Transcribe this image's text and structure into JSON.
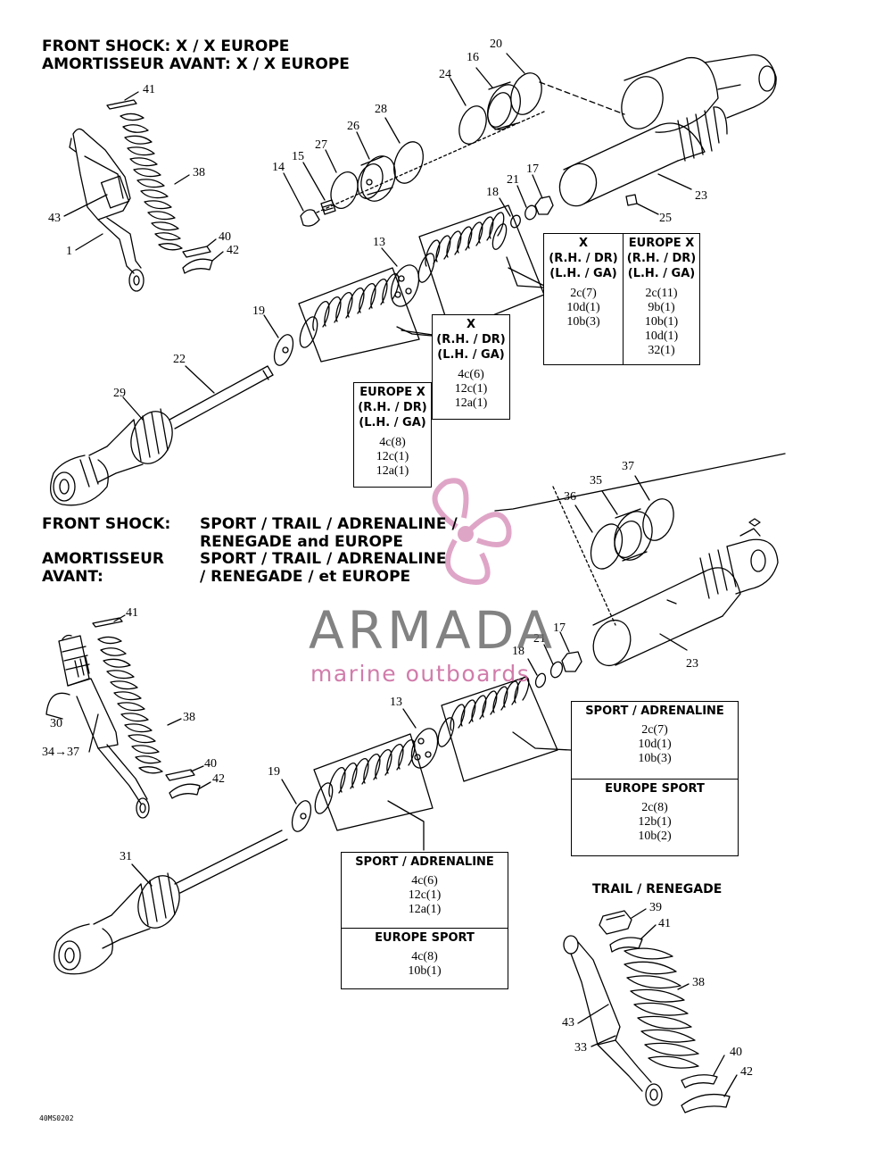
{
  "section1": {
    "title_en": "FRONT SHOCK:  X / X EUROPE",
    "title_fr": "AMORTISSEUR AVANT:  X / X EUROPE"
  },
  "section2": {
    "title_en_label": "FRONT SHOCK:",
    "title_en_models": "SPORT / TRAIL / ADRENALINE /",
    "title_en_models2": "RENEGADE and EUROPE",
    "title_fr_label1": "AMORTISSEUR",
    "title_fr_label2": "AVANT:",
    "title_fr_models": "SPORT / TRAIL / ADRENALINE",
    "title_fr_models2": "/ RENEGADE / et EUROPE",
    "trail_renegade_label": "TRAIL / RENEGADE"
  },
  "boxes": {
    "x_top": {
      "header": "X\n(R.H. / DR)\n(L.H. / GA)",
      "content": "2c(7)\n10d(1)\n10b(3)"
    },
    "europe_x_top": {
      "header": "EUROPE X\n(R.H. / DR)\n(L.H. / GA)",
      "content": "2c(11)\n9b(1)\n10b(1)\n10d(1)\n32(1)"
    },
    "x_mid": {
      "header": "X\n(R.H. / DR)\n(L.H. / GA)",
      "content": "4c(6)\n12c(1)\n12a(1)"
    },
    "europe_x_mid": {
      "header": "EUROPE X\n(R.H. / DR)\n(L.H. / GA)",
      "content": "4c(8)\n12c(1)\n12a(1)"
    },
    "sport_adr_top": {
      "header": "SPORT / ADRENALINE",
      "content": "2c(7)\n10d(1)\n10b(3)"
    },
    "europe_sport_top": {
      "header": "EUROPE SPORT",
      "content": "2c(8)\n12b(1)\n10b(2)"
    },
    "sport_adr_mid": {
      "header": "SPORT / ADRENALINE",
      "content": "4c(6)\n12c(1)\n12a(1)"
    },
    "europe_sport_mid": {
      "header": "EUROPE SPORT",
      "content": "4c(8)\n10b(1)"
    }
  },
  "callouts": {
    "c41a": "41",
    "c38a": "38",
    "c43a": "43",
    "c1": "1",
    "c40a": "40",
    "c42a": "42",
    "c24": "24",
    "c16a": "16",
    "c20": "20",
    "c28": "28",
    "c26": "26",
    "c27": "27",
    "c15": "15",
    "c14": "14",
    "c18a": "18",
    "c21a": "21",
    "c17a": "17",
    "c23a": "23",
    "c25": "25",
    "c13a": "13",
    "c19a": "19",
    "c22": "22",
    "c29": "29",
    "c37": "37",
    "c35": "35",
    "c36": "36",
    "c21b": "21",
    "c17b": "17",
    "c18b": "18",
    "c23b": "23",
    "c41b": "41",
    "c30": "30",
    "c34": "34→37",
    "c38b": "38",
    "c40b": "40",
    "c42b": "42",
    "c13b": "13",
    "c19b": "19",
    "c31": "31",
    "c39": "39",
    "c41c": "41",
    "c38c": "38",
    "c43c": "43",
    "c33": "33",
    "c40c": "40",
    "c42c": "42"
  },
  "watermark": {
    "title": "ARMADA",
    "subtitle": "marine outboards"
  },
  "figure_code": "40MS0202"
}
